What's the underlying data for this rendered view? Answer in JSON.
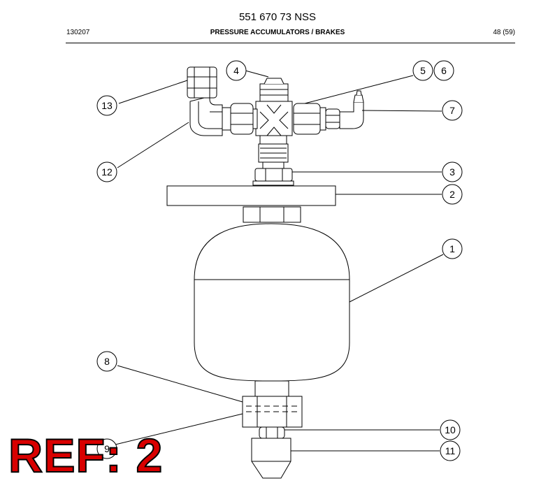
{
  "header": {
    "doc_number": "551 670 73 NSS",
    "left_code": "130207",
    "title": "PRESSURE ACCUMULATORS / BRAKES",
    "page": "48 (59)"
  },
  "callouts": {
    "c1": "1",
    "c2": "2",
    "c3": "3",
    "c4": "4",
    "c5": "5",
    "c6": "6",
    "c7": "7",
    "c8": "8",
    "c9": "9",
    "c10": "10",
    "c11": "11",
    "c12": "12",
    "c13": "13"
  },
  "ref_stamp": "REF: 2"
}
